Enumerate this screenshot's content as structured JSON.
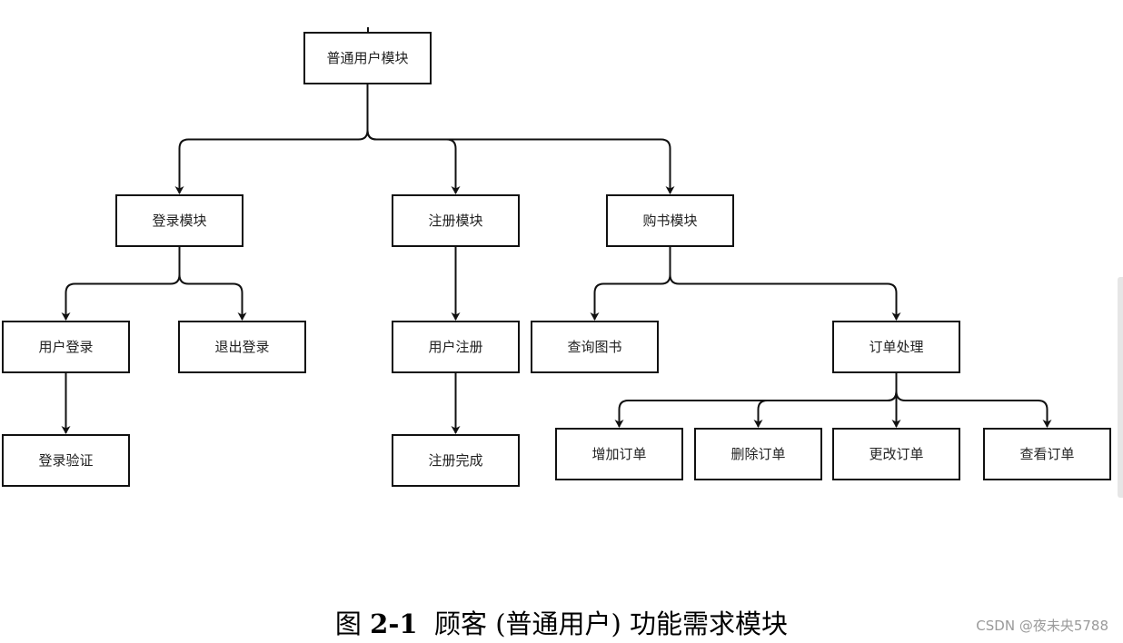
{
  "diagram": {
    "nodes": {
      "root": "普通用户模块",
      "login": "登录模块",
      "register": "注册模块",
      "shop": "购书模块",
      "user_login": "用户登录",
      "logout": "退出登录",
      "login_verify": "登录验证",
      "user_register": "用户注册",
      "register_done": "注册完成",
      "search_books": "查询图书",
      "order_processing": "订单处理",
      "add_order": "增加订单",
      "delete_order": "删除订单",
      "modify_order": "更改订单",
      "view_order": "查看订单"
    },
    "edges": [
      [
        "root",
        "login"
      ],
      [
        "root",
        "register"
      ],
      [
        "root",
        "shop"
      ],
      [
        "login",
        "user_login"
      ],
      [
        "login",
        "logout"
      ],
      [
        "user_login",
        "login_verify"
      ],
      [
        "register",
        "user_register"
      ],
      [
        "user_register",
        "register_done"
      ],
      [
        "shop",
        "search_books"
      ],
      [
        "shop",
        "order_processing"
      ],
      [
        "order_processing",
        "add_order"
      ],
      [
        "order_processing",
        "delete_order"
      ],
      [
        "order_processing",
        "modify_order"
      ],
      [
        "order_processing",
        "view_order"
      ]
    ]
  },
  "caption": {
    "prefix": "图 ",
    "number": "2-1",
    "text": "  顾客 (普通用户) 功能需求模块"
  },
  "watermark": "CSDN @夜未央5788"
}
